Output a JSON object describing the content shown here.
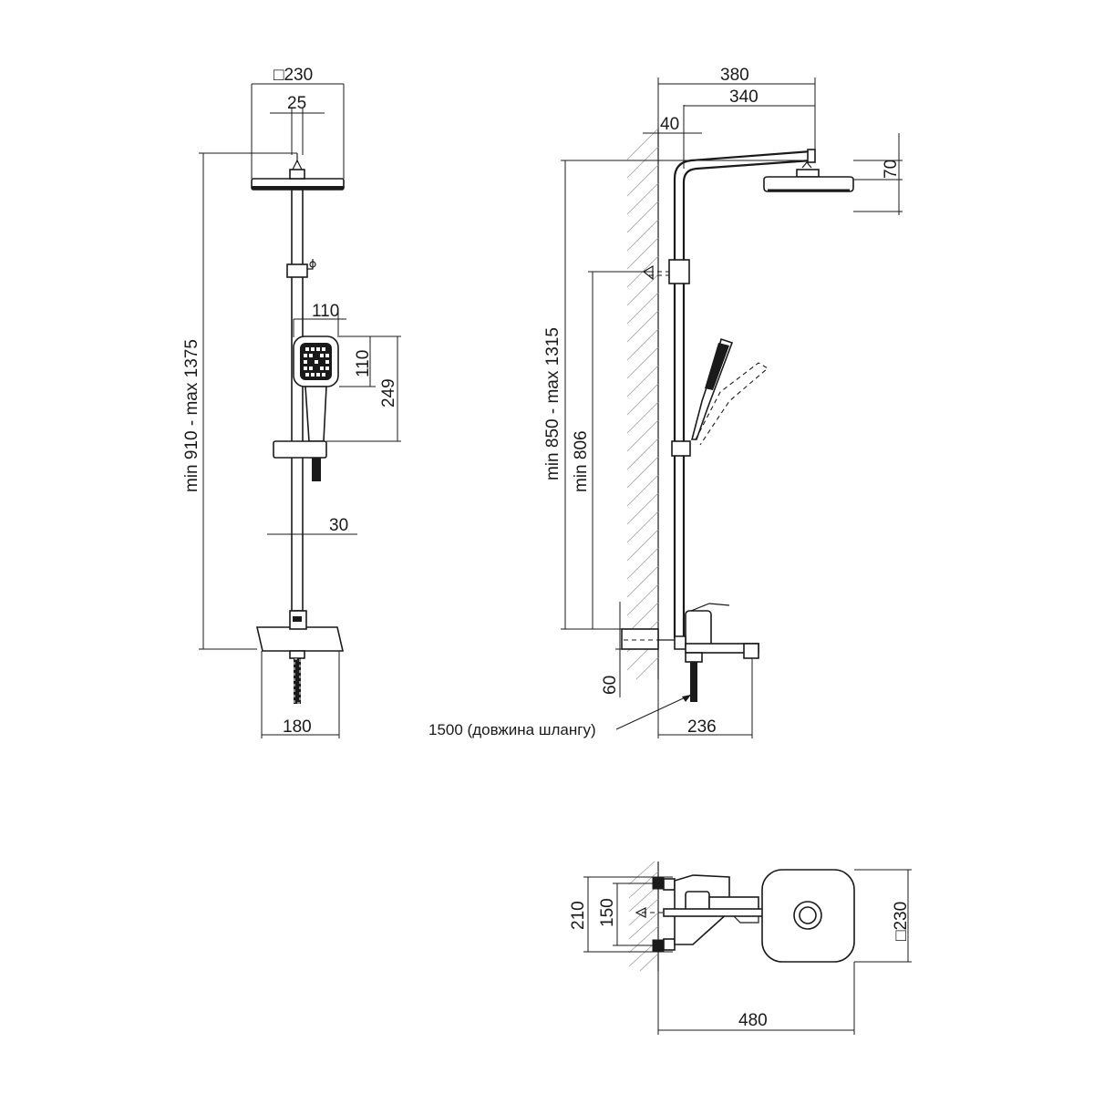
{
  "front_view": {
    "head_size": "□230",
    "arm_width": "25",
    "total_height": "min 910 - max 1375",
    "handshower_width": "110",
    "handshower_head": "110",
    "handshower_length": "249",
    "rail_diameter": "30",
    "mixer_width": "180"
  },
  "side_view": {
    "arm_reach": "380",
    "head_offset": "340",
    "wall_offset": "40",
    "head_height": "70",
    "total_height": "min 850 - max 1315",
    "inlet_height": "min 806",
    "spout_drop": "60",
    "hose_label": "1500 (довжина шлангу)",
    "spout_reach": "236"
  },
  "top_view": {
    "outer_span": "210",
    "inlet_spacing": "150",
    "head_size": "□230",
    "total_depth": "480"
  }
}
